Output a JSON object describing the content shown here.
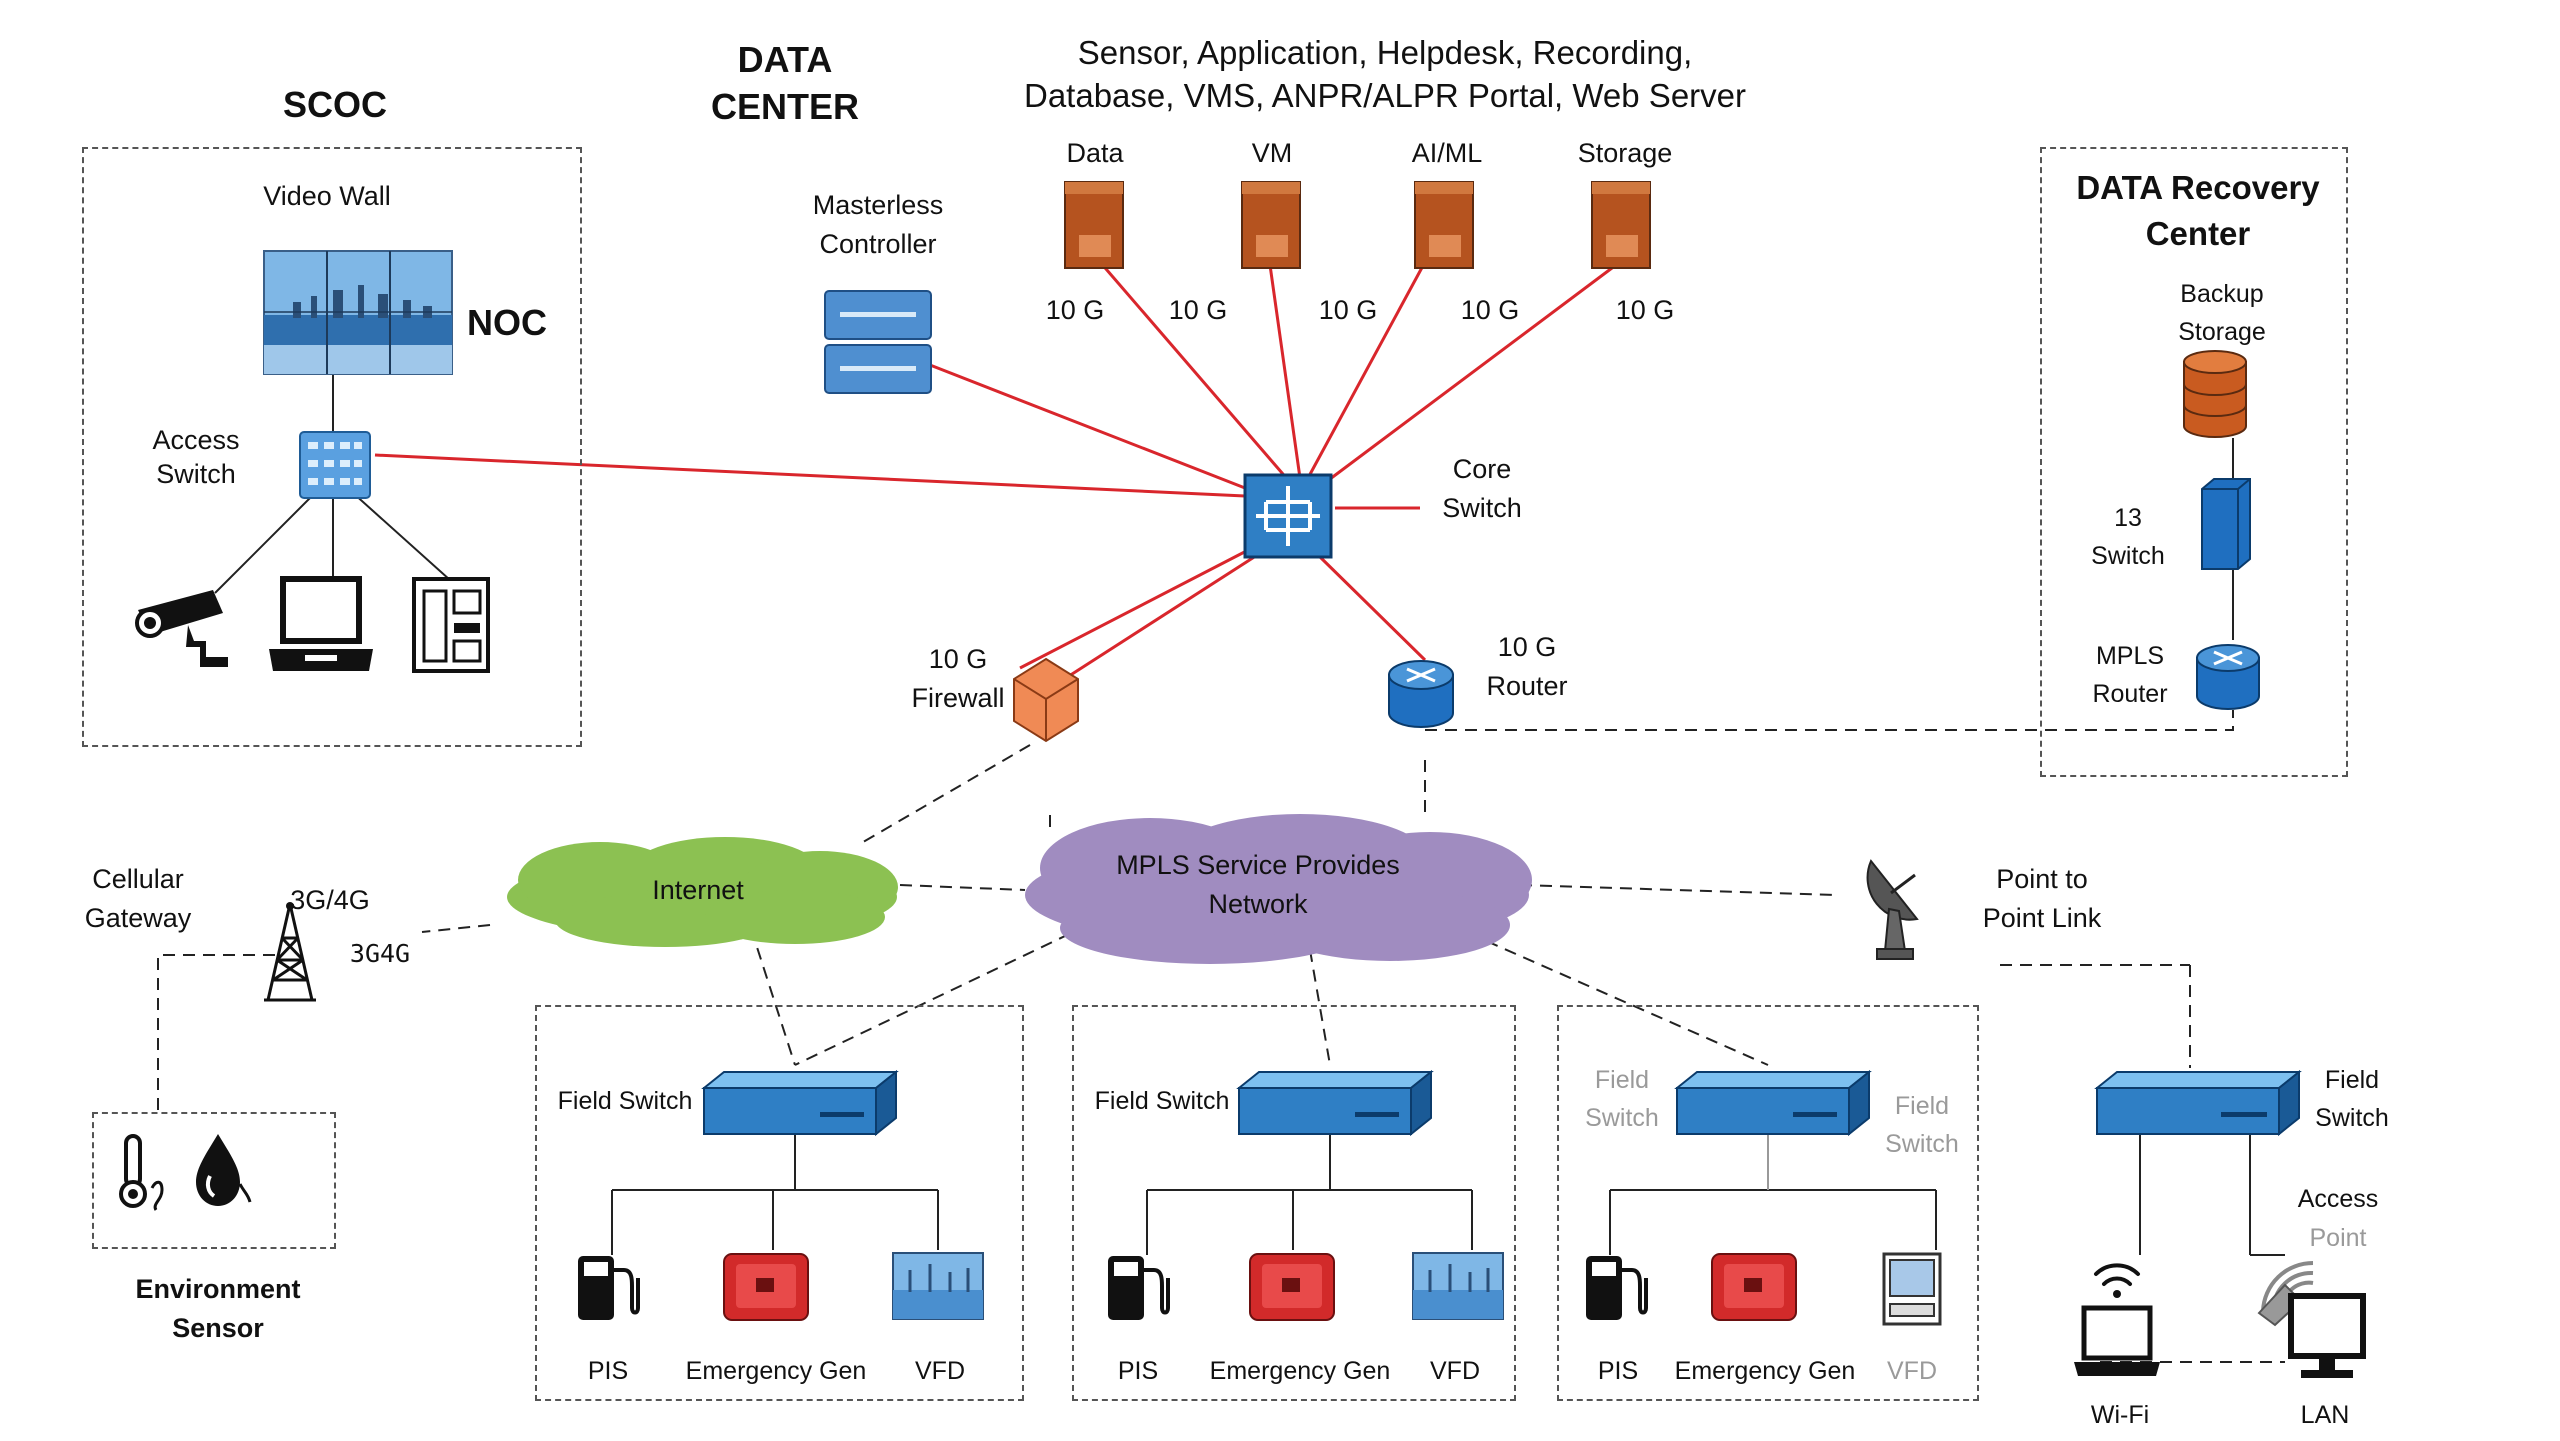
{
  "scoc": {
    "title": "SCOC",
    "video_wall": "Video Wall",
    "noc": "NOC",
    "access_switch": [
      "Access",
      "Switch"
    ]
  },
  "data_center": {
    "title": [
      "DATA",
      "CENTER"
    ],
    "services": [
      "Sensor, Application, Helpdesk, Recording,",
      "Database, VMS, ANPR/ALPR Portal, Web Server"
    ],
    "servers": [
      "Data",
      "VM",
      "AI/ML",
      "Storage"
    ],
    "link_speed": "10 G",
    "masterless_controller": [
      "Masterless",
      "Controller"
    ],
    "core_switch": [
      "Core",
      "Switch"
    ],
    "firewall": [
      "10 G",
      "Firewall"
    ],
    "router": [
      "10 G",
      "Router"
    ]
  },
  "recovery": {
    "title": [
      "DATA Recovery",
      "Center"
    ],
    "backup": [
      "Backup",
      "Storage"
    ],
    "l3_switch": [
      "13",
      "Switch"
    ],
    "mpls_router": [
      "MPLS",
      "Router"
    ]
  },
  "network": {
    "internet": "Internet",
    "mpls": [
      "MPLS Service Provides",
      "Network"
    ],
    "cellular": [
      "Cellular",
      "Gateway"
    ],
    "g34_top": "3G/4G",
    "g34_side": "3G4G",
    "p2p": [
      "Point to",
      "Point Link"
    ]
  },
  "environment": [
    "Environment",
    "Sensor"
  ],
  "field": {
    "switch_label": "Field Switch",
    "switch_two_line": [
      "Field",
      "Switch"
    ],
    "pis": "PIS",
    "gen": "Emergency Gen",
    "vfd": "VFD"
  },
  "edge": {
    "access_point": [
      "Access",
      "Point"
    ],
    "wifi": "Wi-Fi",
    "lan": "LAN"
  },
  "colors": {
    "fiber": "#d9262c",
    "server": "#b5531f",
    "switch_blue": "#2f7fc5",
    "internet_cloud": "#8cc152",
    "mpls_cloud": "#a08cc0",
    "generator": "#d22a2a",
    "firewall": "#f08a55"
  }
}
